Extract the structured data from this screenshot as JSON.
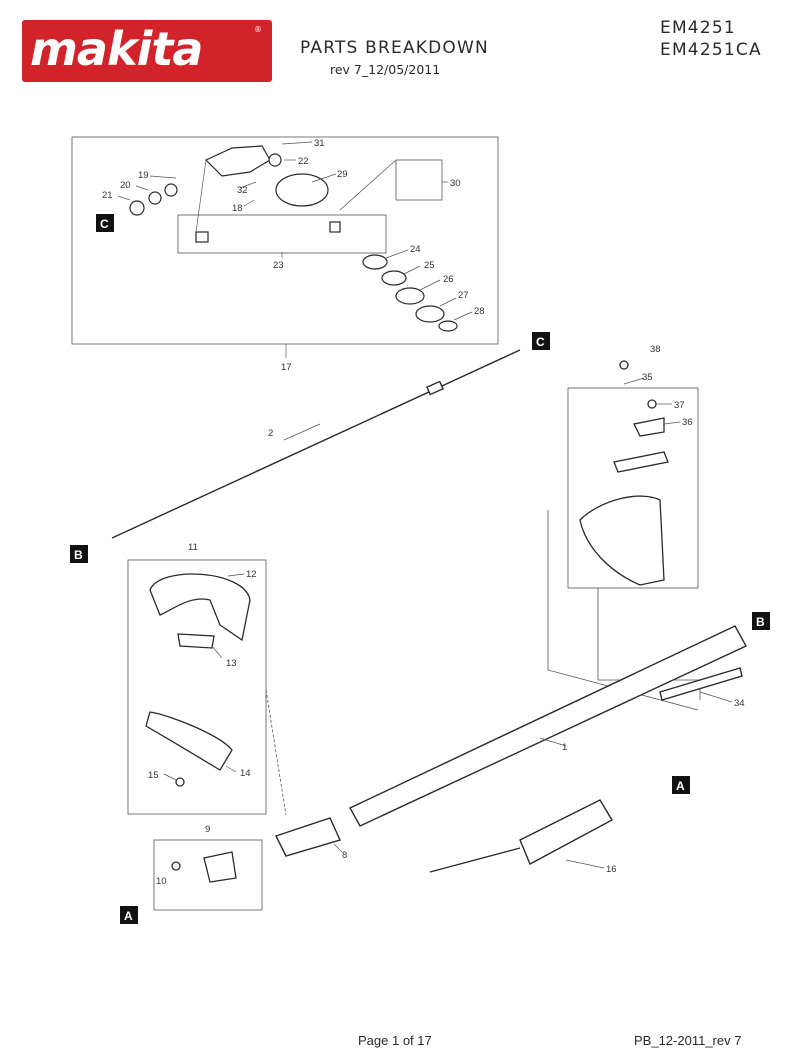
{
  "header": {
    "brand": "makita",
    "title": "PARTS BREAKDOWN",
    "revision": "rev 7_12/05/2011",
    "models": [
      "EM4251",
      "EM4251CA"
    ]
  },
  "footer": {
    "page": "Page 1 of 17",
    "code": "PB_12-2011_rev 7"
  },
  "colors": {
    "brand_red": "#d2232a",
    "line": "#555555",
    "part": "#2a2a2a"
  },
  "diagram": {
    "part_numbers": [
      "1",
      "2",
      "8",
      "9",
      "10",
      "11",
      "12",
      "13",
      "14",
      "15",
      "16",
      "17",
      "18",
      "19",
      "20",
      "21",
      "22",
      "23",
      "24",
      "25",
      "26",
      "27",
      "28",
      "29",
      "30",
      "31",
      "32",
      "34",
      "35",
      "36",
      "37",
      "38"
    ],
    "reference_marks": [
      "A",
      "A",
      "B",
      "B",
      "C",
      "C"
    ]
  }
}
